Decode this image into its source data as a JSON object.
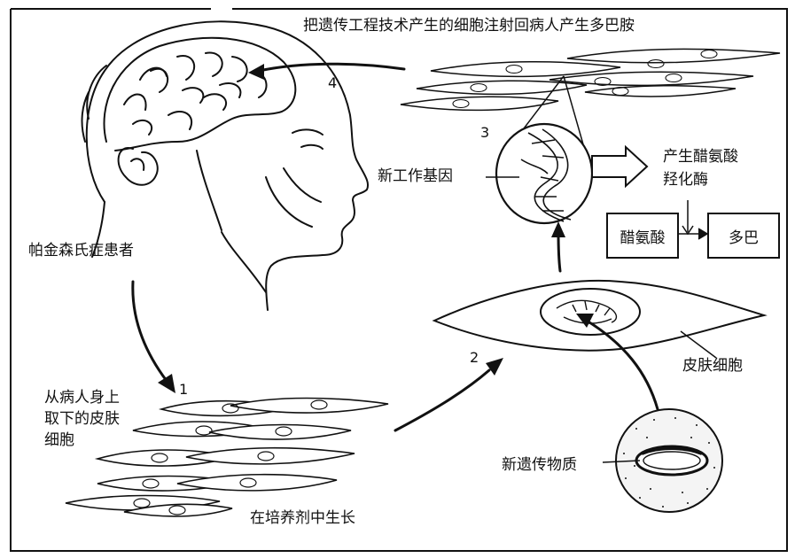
{
  "labels": {
    "title": "把遗传工程技术产生的细胞注射回病人产生多巴胺",
    "patient": "帕金森氏症患者",
    "skin_taken_l1": "从病人身上",
    "skin_taken_l2": "取下的皮肤",
    "skin_taken_l3": "细胞",
    "grow_in_medium": "在培养剂中生长",
    "skin_cell": "皮肤细胞",
    "new_genetic_material": "新遗传物质",
    "new_working_gene": "新工作基因",
    "enzyme_l1": "产生醋氨酸",
    "enzyme_l2": "羟化酶",
    "substrate_box": "醋氨酸",
    "product_box": "多巴"
  },
  "steps": {
    "s1": "1",
    "s2": "2",
    "s3": "3",
    "s4": "4"
  }
}
